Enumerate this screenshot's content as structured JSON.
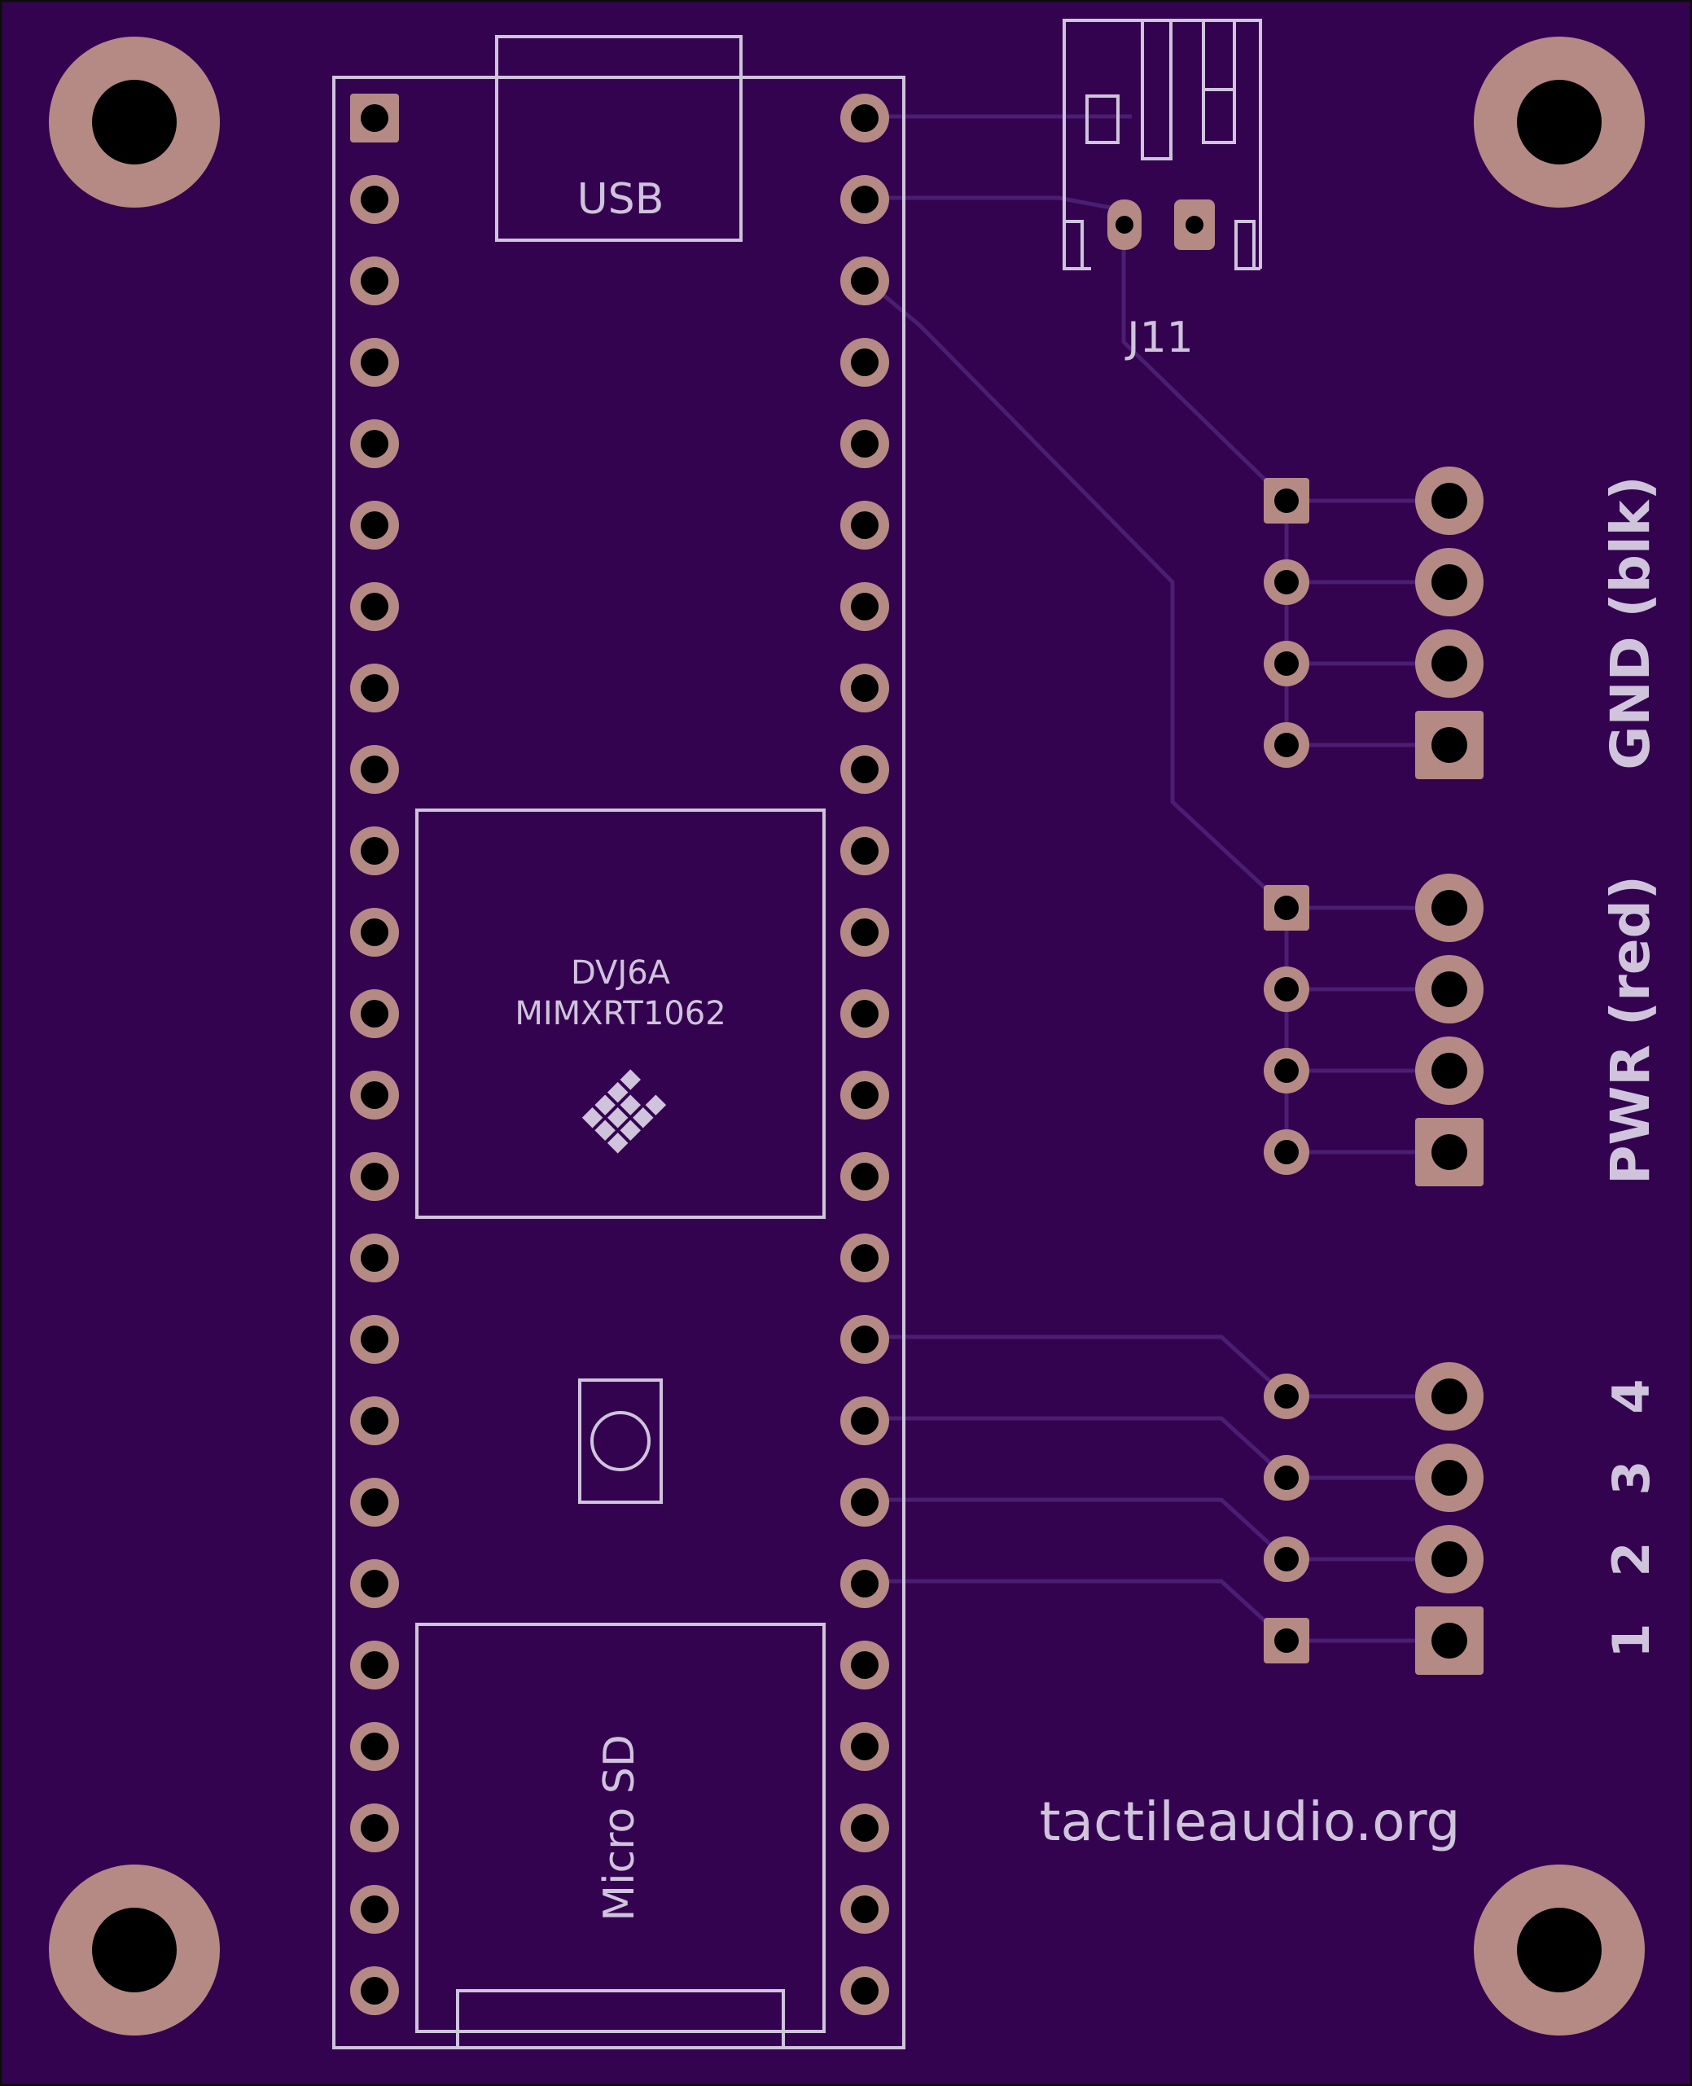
{
  "colors": {
    "board": "#34034f",
    "edge": "#0d0d0d",
    "silk": "#cfc4dc",
    "copper": "#b58a84",
    "hole": "#000000",
    "trace": "#4a1e72"
  },
  "board": {
    "website": "tactileaudio.org"
  },
  "teensy": {
    "usb_label": "USB",
    "chip_line1": "DVJ6A",
    "chip_line2": "MIMXRT1062",
    "sd_label": "Micro SD",
    "pins_per_side": 24
  },
  "connector": {
    "ref": "J11"
  },
  "side_labels": {
    "gnd": "GND (blk)",
    "pwr": "PWR (red)",
    "channel_numbers": [
      "4",
      "3",
      "2",
      "1"
    ]
  },
  "mounting_holes": [
    "top-left",
    "top-right",
    "bottom-left",
    "bottom-right"
  ],
  "icons": {
    "logo": "nxp-logo-icon",
    "reset_button": "program-button-icon"
  }
}
